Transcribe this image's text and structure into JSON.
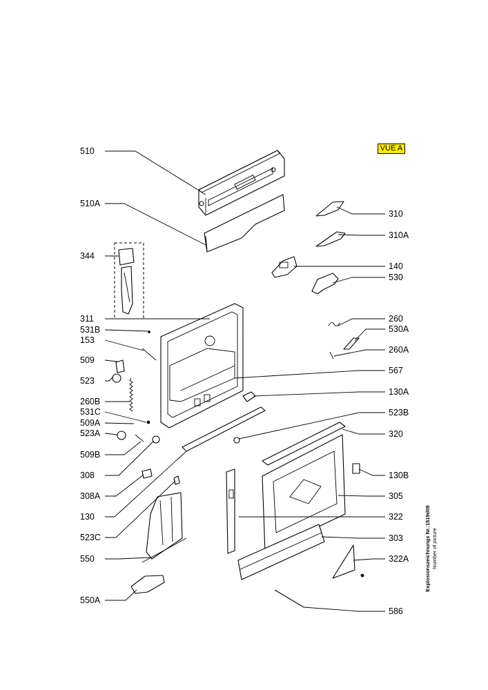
{
  "view_badge": "VUE A",
  "side_note": {
    "line1": "Explosionszeichnungs Nr.:1519d09",
    "line2": "Number of picture"
  },
  "left_labels": [
    "510",
    "510A",
    "344",
    "311",
    "531B",
    "153",
    "509",
    "523",
    "260B",
    "531C",
    "509A",
    "523A",
    "509B",
    "308",
    "308A",
    "130",
    "523C",
    "550",
    "550A"
  ],
  "right_labels": [
    "310",
    "310A",
    "140",
    "530",
    "260",
    "530A",
    "260A",
    "567",
    "130A",
    "523B",
    "320",
    "130B",
    "305",
    "322",
    "303",
    "322A",
    "586"
  ]
}
